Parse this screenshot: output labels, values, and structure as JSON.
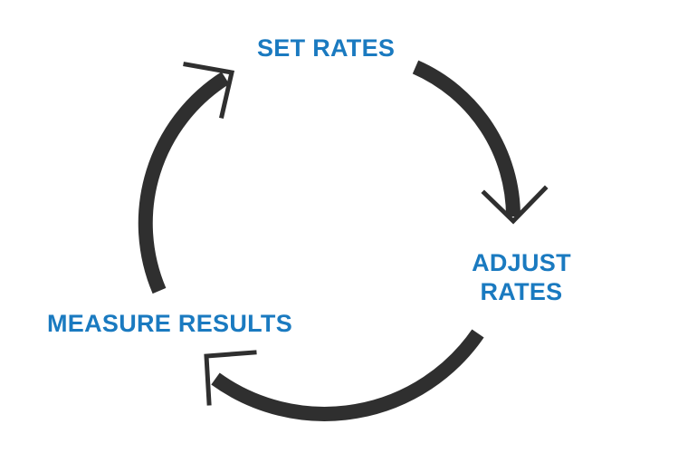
{
  "diagram": {
    "colors": {
      "label": "#1a7ac0",
      "arrow": "#2f2f2f",
      "background": "#ffffff"
    },
    "nodes": [
      {
        "id": "set",
        "lines": [
          "SET RATES"
        ]
      },
      {
        "id": "adjust",
        "lines": [
          "ADJUST",
          "RATES"
        ]
      },
      {
        "id": "measure",
        "lines": [
          "MEASURE RESULTS"
        ]
      }
    ],
    "arrows": [
      {
        "from": "set",
        "to": "adjust",
        "direction": "clockwise"
      },
      {
        "from": "adjust",
        "to": "measure",
        "direction": "clockwise"
      },
      {
        "from": "measure",
        "to": "set",
        "direction": "clockwise"
      }
    ]
  }
}
